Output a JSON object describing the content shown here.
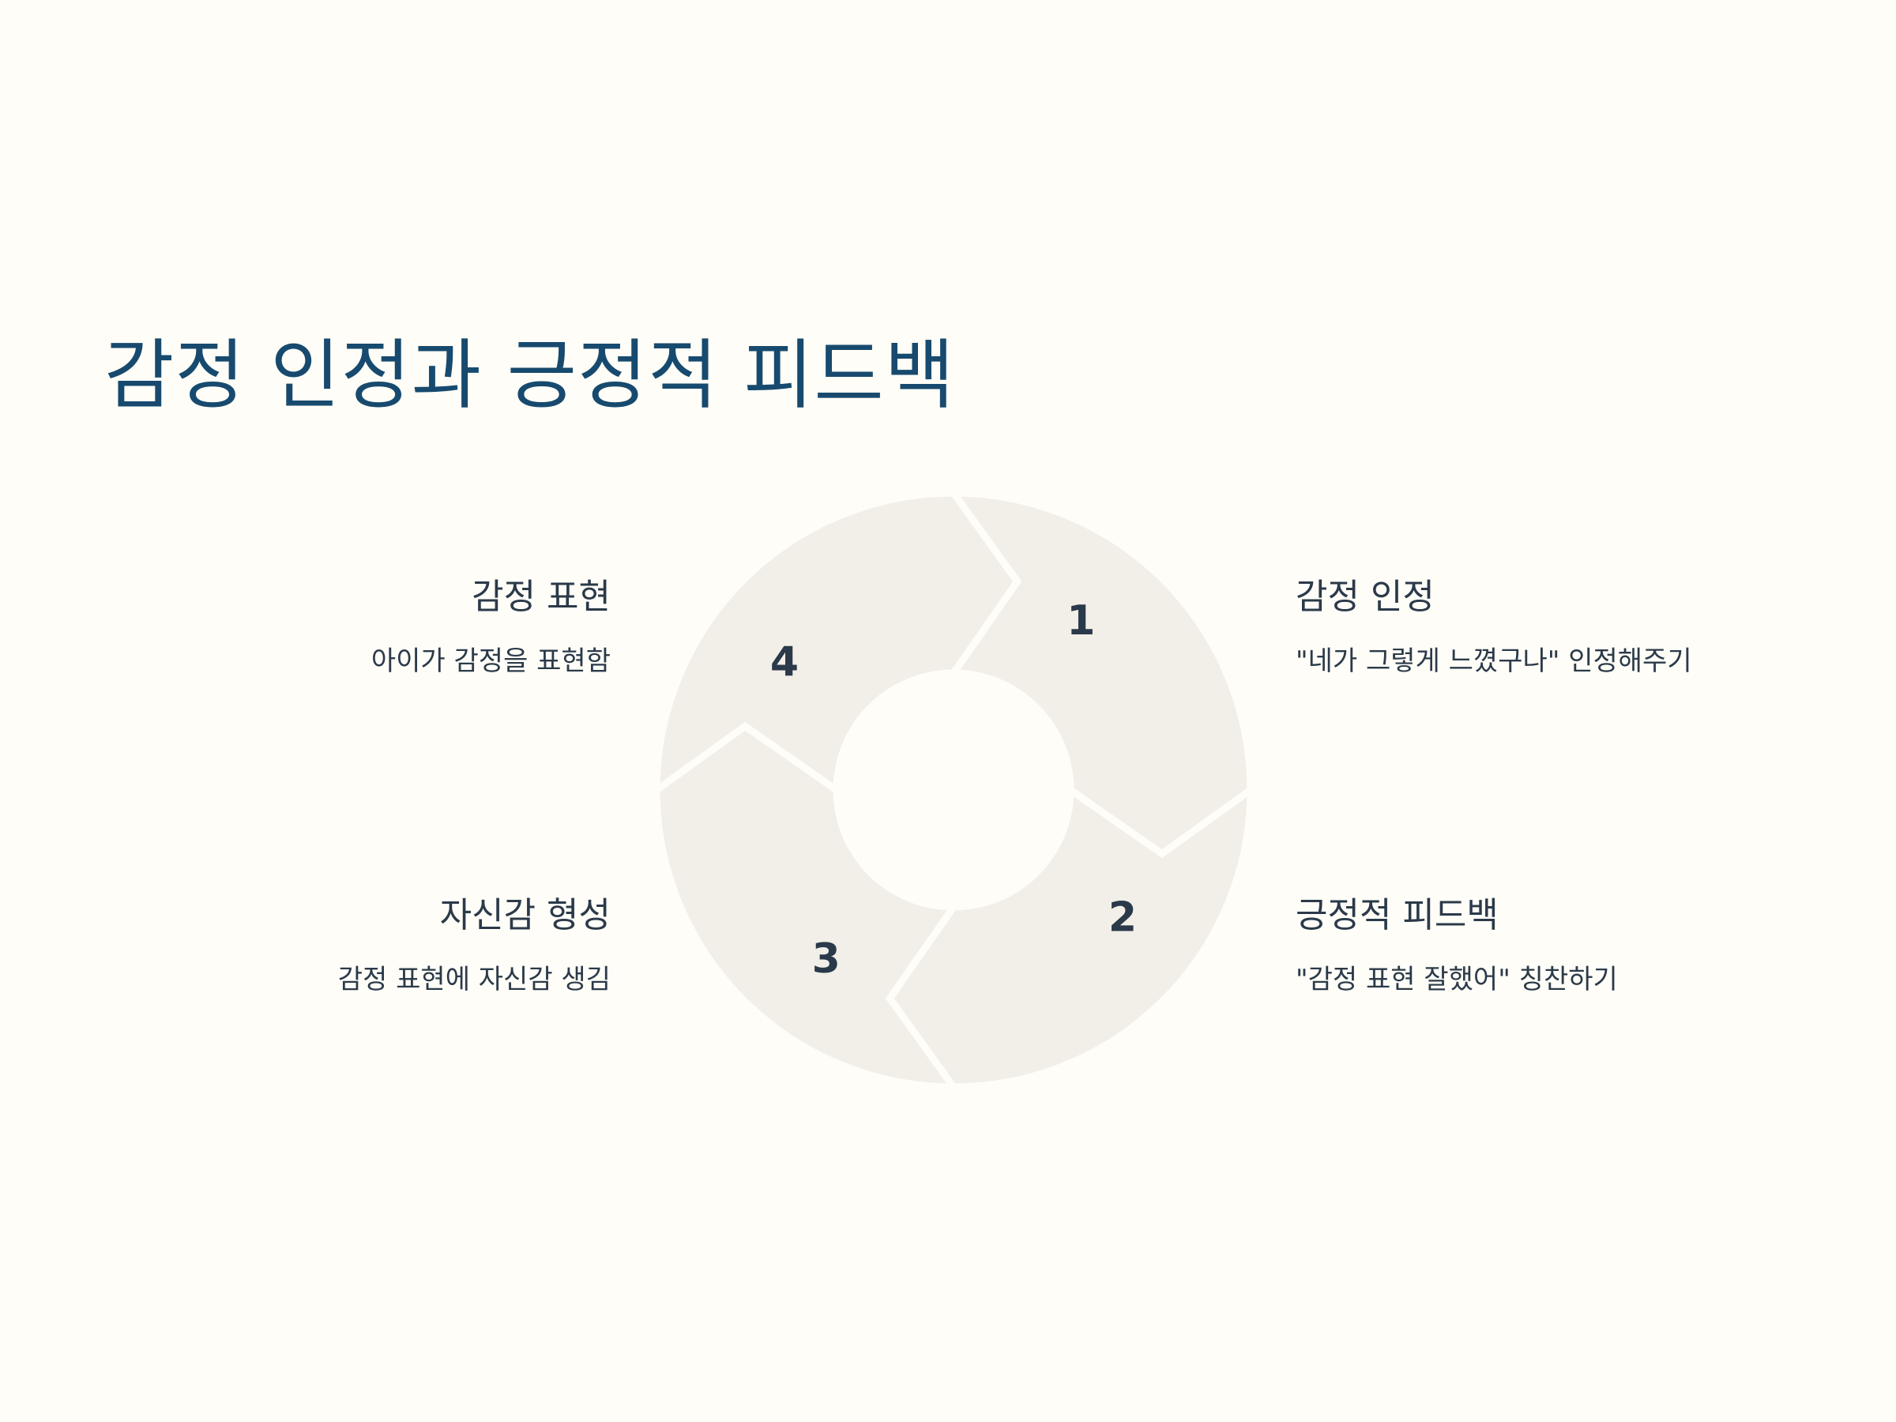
{
  "theme": {
    "background": "#fffdf7",
    "title_color": "#174a6e",
    "text_color": "#2b3a4a",
    "segment_fill": "#f2efe8",
    "segment_stroke": "#fffdf7"
  },
  "title": "감정 인정과 긍정적 피드백",
  "steps": [
    {
      "number": "1",
      "heading": "감정 표현",
      "description": "아이가 감정을 표현함"
    },
    {
      "number": "2",
      "heading": "감정 인정",
      "description": "\"네가 그렇게 느꼈구나\" 인정해주기"
    },
    {
      "number": "3",
      "heading": "긍정적 피드백",
      "description": "\"감정 표현 잘했어\" 칭찬하기"
    },
    {
      "number": "4",
      "heading": "자신감 형성",
      "description": "감정 표현에 자신감 생김"
    }
  ]
}
